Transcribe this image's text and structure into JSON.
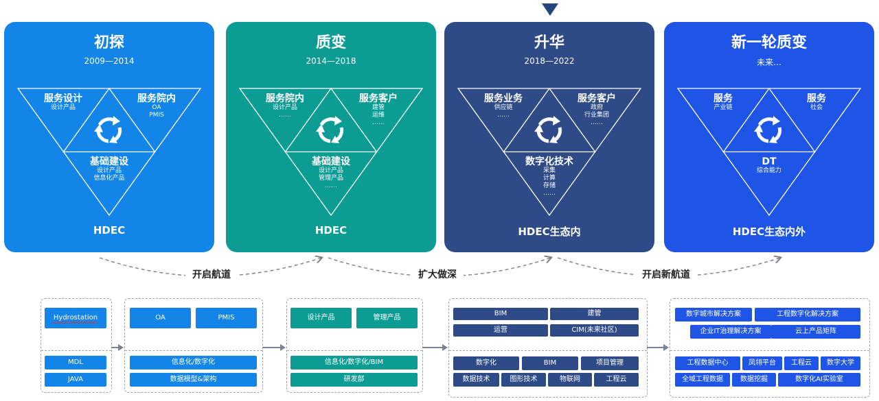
{
  "stages": [
    {
      "title": "初探",
      "years": "2009—2014",
      "color": "#1485e8",
      "left_label": {
        "head": "服务设计",
        "sub": [
          "设计产品"
        ]
      },
      "right_label": {
        "head": "服务院内",
        "sub": [
          "OA",
          "PMIS"
        ]
      },
      "bottom_label": {
        "head": "基础建设",
        "sub": [
          "设计产品",
          "信息化产品"
        ]
      },
      "footer": "HDEC",
      "icon": "refresh-cycle-icon"
    },
    {
      "title": "质变",
      "years": "2014—2018",
      "color": "#0c9c94",
      "left_label": {
        "head": "服务院内",
        "sub": [
          "设计产品",
          "……"
        ]
      },
      "right_label": {
        "head": "服务客户",
        "sub": [
          "建管",
          "运维",
          "……"
        ]
      },
      "bottom_label": {
        "head": "基础建设",
        "sub": [
          "设计产品",
          "管理产品",
          "……"
        ]
      },
      "footer": "HDEC",
      "icon": "refresh-cycle-icon"
    },
    {
      "title": "升华",
      "years": "2018—2022",
      "color": "#2e4b88",
      "left_label": {
        "head": "服务业务",
        "sub": [
          "供应链",
          "……"
        ]
      },
      "right_label": {
        "head": "服务客户",
        "sub": [
          "政府",
          "行业集团",
          "……"
        ]
      },
      "bottom_label": {
        "head": "数字化技术",
        "sub": [
          "采集",
          "计算",
          "存储",
          "……"
        ]
      },
      "footer": "HDEC生态内",
      "icon": "refresh-cycle-icon"
    },
    {
      "title": "新一轮质变",
      "years": "未来…",
      "color": "#1e55e6",
      "left_label": {
        "head": "服务",
        "sub": [
          "产业链"
        ]
      },
      "right_label": {
        "head": "服务",
        "sub": [
          "社会"
        ]
      },
      "bottom_label": {
        "head": "DT",
        "sub": [
          "综合能力"
        ]
      },
      "footer": "HDEC生态内外",
      "icon": "refresh-cycle-icon"
    }
  ],
  "transitions": [
    "开启航道",
    "扩大做深",
    "开启新航道"
  ],
  "groups": {
    "g1": {
      "top": [
        "Hydrostation"
      ],
      "bottom": [
        "MDL",
        "JAVA"
      ]
    },
    "g2": {
      "top": [
        "OA",
        "PMIS"
      ],
      "bottom": [
        "信息化/数字化",
        "数据模型&架构"
      ]
    },
    "g3": {
      "top": [
        "设计产品",
        "管理产品"
      ],
      "bottom": [
        "信息化/数字化/BIM",
        "研发部"
      ]
    },
    "g4": {
      "top": [
        "BIM",
        "建管",
        "运营",
        "CIM(未来社区)"
      ],
      "bottom": [
        "数字化",
        "BIM",
        "项目管理",
        "数据技术",
        "图形技术",
        "物联网",
        "工程云"
      ]
    },
    "g5": {
      "top": [
        "数字城市解决方案",
        "工程数字化解决方案",
        "企业IT治理解决方案",
        "云上产品矩阵"
      ],
      "bottom": [
        "工程数据中心",
        "凤翎平台",
        "工程云",
        "数字大学",
        "全域工程数据",
        "数据挖掘",
        "数字化AI实验室"
      ]
    }
  },
  "colors": {
    "stage1": "#1485e8",
    "stage2": "#0c9c94",
    "stage3": "#2e4b88",
    "stage4": "#1e55e6",
    "pointer": "#26457e"
  }
}
